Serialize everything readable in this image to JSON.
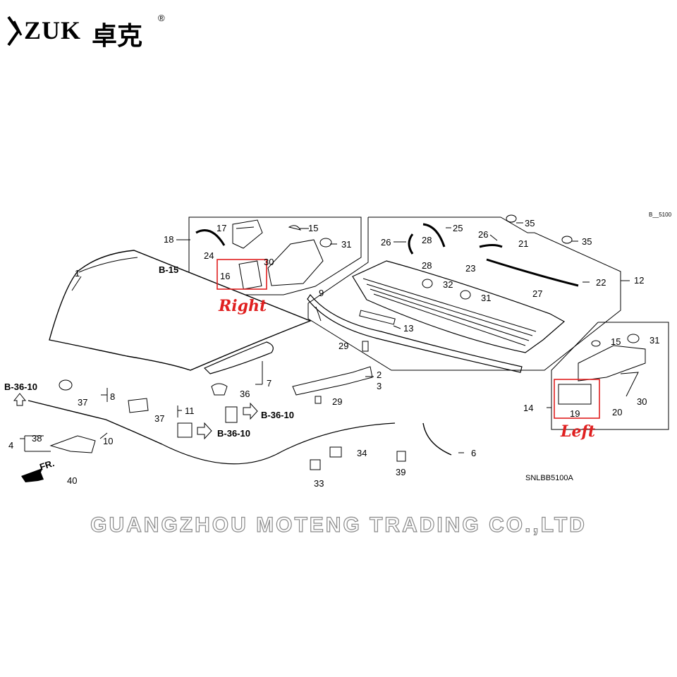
{
  "brand": {
    "name": "ZUK",
    "cn": "卓克",
    "reg": "®"
  },
  "diagram_code": "B__5100",
  "drawing_id": "SNLBB5100A",
  "watermark": "GUANGZHOU MOTENG TRADING CO.,LTD",
  "highlights": {
    "right": "Right",
    "left": "Left"
  },
  "refs": {
    "b15": "B-15",
    "b36_10": "B-36-10",
    "fr": "FR."
  },
  "parts": {
    "p1": "1",
    "p2": "2",
    "p3": "3",
    "p4": "4",
    "p6": "6",
    "p7": "7",
    "p8": "8",
    "p9": "9",
    "p10": "10",
    "p11": "11",
    "p12": "12",
    "p13": "13",
    "p14": "14",
    "p15": "15",
    "p16": "16",
    "p17": "17",
    "p18": "18",
    "p19": "19",
    "p20": "20",
    "p21": "21",
    "p22": "22",
    "p23": "23",
    "p24": "24",
    "p25": "25",
    "p26": "26",
    "p27": "27",
    "p28": "28",
    "p29": "29",
    "p30": "30",
    "p31": "31",
    "p32": "32",
    "p33": "33",
    "p34": "34",
    "p35": "35",
    "p36": "36",
    "p37": "37",
    "p38": "38",
    "p39": "39",
    "p40": "40"
  },
  "colors": {
    "highlight": "#e02020",
    "line": "#000000",
    "watermark_stroke": "#8a8a8a"
  }
}
